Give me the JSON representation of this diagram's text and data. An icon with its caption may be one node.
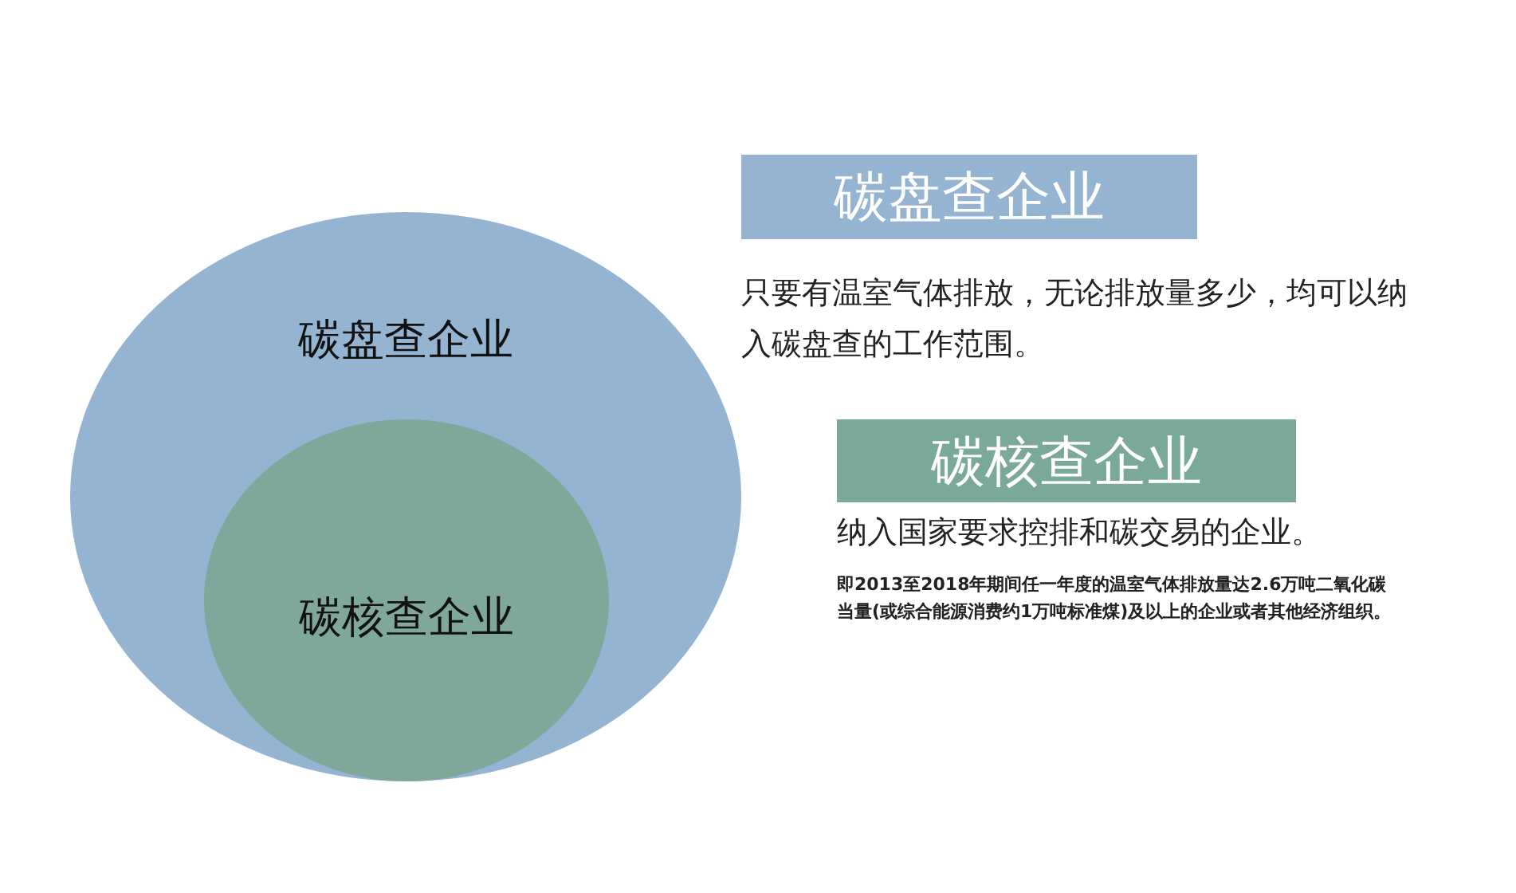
{
  "diagram": {
    "nodes": [
      {
        "text": [
          "碳盘查企业"
        ]
      },
      {
        "text": [
          "碳核查企业"
        ],
        "in": 0
      },
      {
        "text": [
          "碳盘查企业"
        ],
        "beside": [
          "只要有温室气体排放，无论排放量多少，均可以纳入碳盘查的工作范围。"
        ]
      },
      {
        "text": [
          "碳核查企业"
        ],
        "beside": [
          "纳入国家要求控排和碳交易的企业。",
          "即2013至2018年期间任一年度的温室气体排放量达2.6万吨二氧化碳当量(或综合能源消费约1万吨标准煤)及以上的企业或者其他经济组织。"
        ]
      }
    ]
  }
}
